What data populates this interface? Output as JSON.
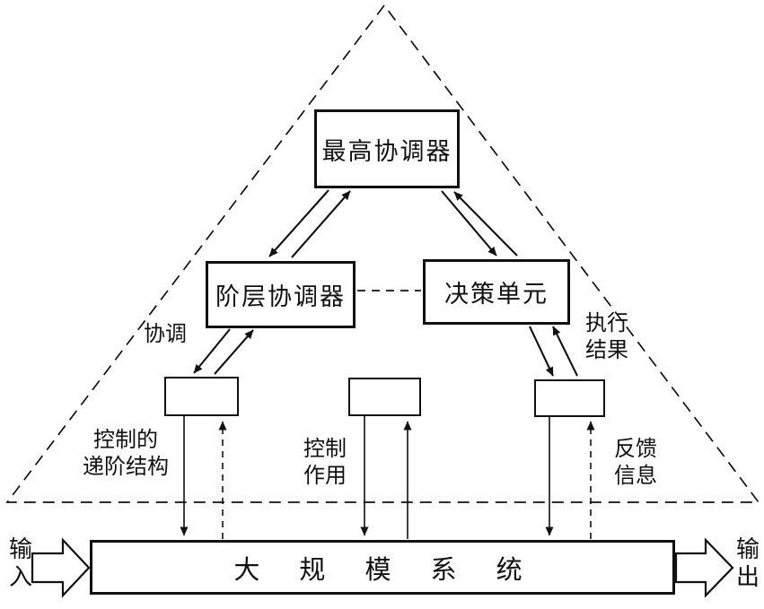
{
  "boxes": {
    "top": "最高协调器",
    "mid_left": "阶层协调器",
    "mid_right": "决策单元",
    "system": "大 规 模 系 统"
  },
  "labels": {
    "coordination": "协调",
    "exec_result": [
      "执行",
      "结果"
    ],
    "ctrl_structure": [
      "控制的",
      "递阶结构"
    ],
    "ctrl_action": [
      "控制",
      "作用"
    ],
    "feedback": [
      "反馈",
      "信息"
    ],
    "input": [
      "输",
      "入"
    ],
    "output": [
      "输",
      "出"
    ]
  },
  "colors": {
    "ink": "#111111",
    "background": "#ffffff"
  }
}
